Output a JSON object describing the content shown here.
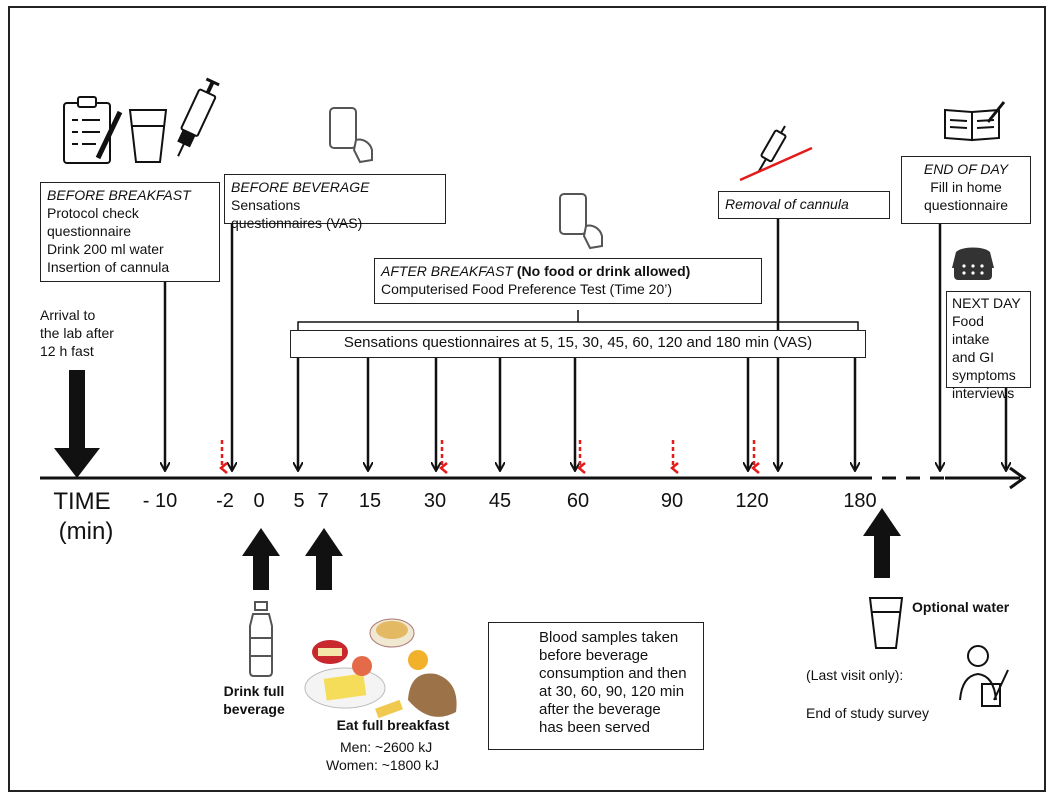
{
  "boxes": {
    "before_breakfast": {
      "title": "BEFORE BREAKFAST",
      "lines": [
        "Protocol check",
        "questionnaire",
        "Drink 200 ml water",
        "Insertion of cannula"
      ]
    },
    "before_beverage": {
      "title": "BEFORE BEVERAGE",
      "text_a": "Sensations",
      "text_b": "questionnaires (VAS)"
    },
    "after_breakfast": {
      "title": "AFTER BREAKFAST",
      "bold": "(No food or drink allowed)",
      "line2": "Computerised Food Preference Test (Time 20’)"
    },
    "removal": {
      "title": "Removal of cannula"
    },
    "end_of_day": {
      "title": "END OF DAY",
      "lines": [
        "Fill in home",
        "questionnaire"
      ]
    },
    "next_day": {
      "lines": [
        "NEXT DAY",
        "Food intake",
        "and GI",
        "symptoms",
        "interviews"
      ]
    },
    "sensations": {
      "text": "Sensations questionnaires at 5, 15, 30, 45, 60, 120 and 180 min (VAS)"
    },
    "legend": {
      "lines": [
        "Blood samples taken",
        "before beverage",
        "consumption and then",
        "at 30, 60, 90, 120 min",
        "after the beverage",
        "has been served"
      ]
    }
  },
  "arrival": {
    "lines": [
      "Arrival to",
      "the lab after",
      "12 h fast"
    ]
  },
  "axis": {
    "time_label": "TIME",
    "unit_label": "(min)",
    "ticks": [
      "- 10",
      "-2",
      "0",
      "5",
      "7",
      "15",
      "30",
      "45",
      "60",
      "90",
      "120",
      "180"
    ]
  },
  "captions": {
    "drink": [
      "Drink full",
      "beverage"
    ],
    "eat": "Eat full breakfast",
    "men": "Men: ~2600 kJ",
    "women": "Women: ~1800 kJ",
    "optional_water": "Optional water",
    "last_visit": "(Last visit only):",
    "end_survey": "End of study survey"
  },
  "colors": {
    "accent": "#e31b1b",
    "ink": "#111111"
  }
}
